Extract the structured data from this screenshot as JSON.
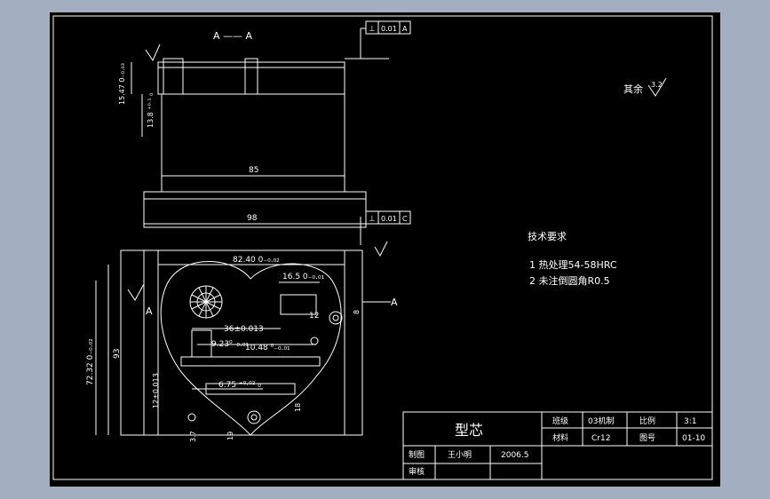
{
  "drawing": {
    "section_label": "A —— A",
    "section_mark": "A",
    "flatness": {
      "symbol": "⊥",
      "value": "0.01",
      "datum": "A"
    },
    "perpendicularity": {
      "symbol": "⊥",
      "value": "0.01",
      "datum": "C"
    },
    "roughness_rest": "其余",
    "roughness_value": "3.2",
    "dimensions": {
      "height_top": "15.47 0₋₀.₀₃",
      "height_mid": "13.8 ⁺⁰·¹ ₀",
      "width_85": "85",
      "width_98": "98",
      "width_82": "82.40 0₋₀.₀₂",
      "height_93": "93",
      "height_72": "72.32 0₋₀.₀₂",
      "dim_36": "36±0.013",
      "dim_16_5": "16.5 0₋₀.₀₁",
      "dim_12": "12",
      "dim_9_23": "9.23⁰₋₀.₀₁",
      "dim_10_48": "10.48 ⁰₋₀.₀₁",
      "dim_6_75": "6.75 ⁺⁰·⁰² ₀",
      "dim_12b": "12±0.013",
      "dim_8": "8",
      "dim_3_7": "3.7",
      "dim_19": "19",
      "dim_18": "18"
    },
    "tech_requirements": {
      "title": "技术要求",
      "items": [
        "1  热处理54-58HRC",
        "2  未注倒圆角R0.5"
      ]
    }
  },
  "title_block": {
    "part_name": "型芯",
    "class_label": "班级",
    "class_value": "03机制",
    "scale_label": "比例",
    "scale_value": "3:1",
    "material_label": "材料",
    "material_value": "Cr12",
    "drawing_no_label": "图号",
    "drawing_no_value": "01-10",
    "drafter_label": "制图",
    "drafter_name": "王小明",
    "date": "2006.5",
    "reviewer_label": "审核"
  }
}
